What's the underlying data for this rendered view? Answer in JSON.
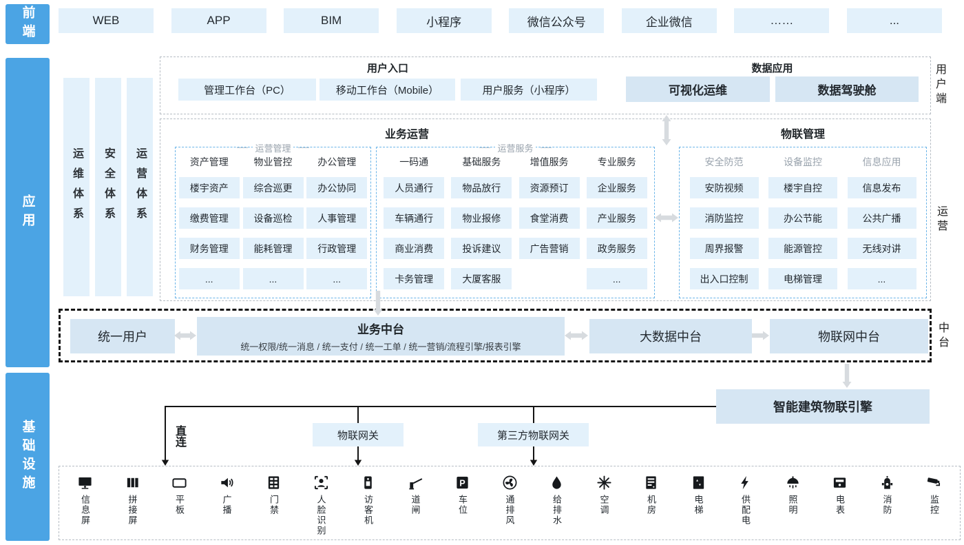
{
  "colors": {
    "sidebar_blue": "#4BA4E4",
    "box_light": "#E3F1FB",
    "box_medium": "#D6E6F3",
    "arrow_gray": "#D7DBDF",
    "line_black": "#141414",
    "dashed_blue": "#6AB4E8",
    "dashed_gray": "#B5BCC3"
  },
  "sidebar": {
    "frontend": "前端",
    "application": "应用",
    "infrastructure": "基础设施"
  },
  "frontend_row": [
    "WEB",
    "APP",
    "BIM",
    "小程序",
    "微信公众号",
    "企业微信",
    "……",
    "..."
  ],
  "pillars": [
    "运维体系",
    "安全体系",
    "运营体系"
  ],
  "user_entry": {
    "title": "用户入口",
    "items": [
      "管理工作台（PC）",
      "移动工作台（Mobile）",
      "用户服务（小程序）"
    ]
  },
  "data_app": {
    "title": "数据应用",
    "items": [
      "可视化运维",
      "数据驾驶舱"
    ]
  },
  "side_labels": {
    "user_side": "用户端",
    "operation": "运营",
    "middle": "中台"
  },
  "business_ops": {
    "title": "业务运营",
    "groups": [
      {
        "title": "运营管理",
        "columns": [
          {
            "header": "资产管理",
            "items": [
              "楼宇资产",
              "缴费管理",
              "财务管理",
              "..."
            ]
          },
          {
            "header": "物业管控",
            "items": [
              "综合巡更",
              "设备巡检",
              "能耗管理",
              "..."
            ]
          },
          {
            "header": "办公管理",
            "items": [
              "办公协同",
              "人事管理",
              "行政管理",
              "..."
            ]
          }
        ]
      },
      {
        "title": "运营服务",
        "columns": [
          {
            "header": "一码通",
            "items": [
              "人员通行",
              "车辆通行",
              "商业消费",
              "卡务管理"
            ]
          },
          {
            "header": "基础服务",
            "items": [
              "物品放行",
              "物业报修",
              "投诉建议",
              "大厦客服"
            ]
          },
          {
            "header": "增值服务",
            "items": [
              "资源预订",
              "食堂消费",
              "广告营销"
            ]
          },
          {
            "header": "专业服务",
            "items": [
              "企业服务",
              "产业服务",
              "政务服务",
              "..."
            ]
          }
        ]
      }
    ]
  },
  "iot_mgmt": {
    "title": "物联管理",
    "columns": [
      {
        "header": "安全防范",
        "items": [
          "安防视频",
          "消防监控",
          "周界报警",
          "出入口控制"
        ]
      },
      {
        "header": "设备监控",
        "items": [
          "楼宇自控",
          "办公节能",
          "能源管控",
          "电梯管理"
        ]
      },
      {
        "header": "信息应用",
        "items": [
          "信息发布",
          "公共广播",
          "无线对讲",
          "..."
        ]
      }
    ]
  },
  "middle_platform": {
    "unified_user": "统一用户",
    "business": {
      "title": "业务中台",
      "subtitle": "统一权限/统一消息 / 统一支付 / 统一工单 / 统一营销/流程引擎/报表引擎"
    },
    "bigdata": "大数据中台",
    "iot": "物联网中台"
  },
  "infrastructure": {
    "engine": "智能建筑物联引擎",
    "gateway": "物联网关",
    "third_party_gateway": "第三方物联网关",
    "direct": "直连",
    "devices": [
      {
        "icon": "info-screen-icon",
        "label": "信息屏"
      },
      {
        "icon": "video-wall-icon",
        "label": "拼接屏"
      },
      {
        "icon": "tablet-icon",
        "label": "平板"
      },
      {
        "icon": "broadcast-icon",
        "label": "广播"
      },
      {
        "icon": "door-access-icon",
        "label": "门禁"
      },
      {
        "icon": "face-recognition-icon",
        "label": "人脸识别"
      },
      {
        "icon": "visitor-kiosk-icon",
        "label": "访客机"
      },
      {
        "icon": "barrier-gate-icon",
        "label": "道闸"
      },
      {
        "icon": "parking-icon",
        "label": "车位"
      },
      {
        "icon": "ventilation-icon",
        "label": "通排风"
      },
      {
        "icon": "water-supply-icon",
        "label": "给排水"
      },
      {
        "icon": "air-conditioner-icon",
        "label": "空调"
      },
      {
        "icon": "server-room-icon",
        "label": "机房"
      },
      {
        "icon": "elevator-icon",
        "label": "电梯"
      },
      {
        "icon": "power-distribution-icon",
        "label": "供配电"
      },
      {
        "icon": "lighting-icon",
        "label": "照明"
      },
      {
        "icon": "electric-meter-icon",
        "label": "电表"
      },
      {
        "icon": "fire-protection-icon",
        "label": "消防"
      },
      {
        "icon": "cctv-icon",
        "label": "监控"
      }
    ]
  }
}
